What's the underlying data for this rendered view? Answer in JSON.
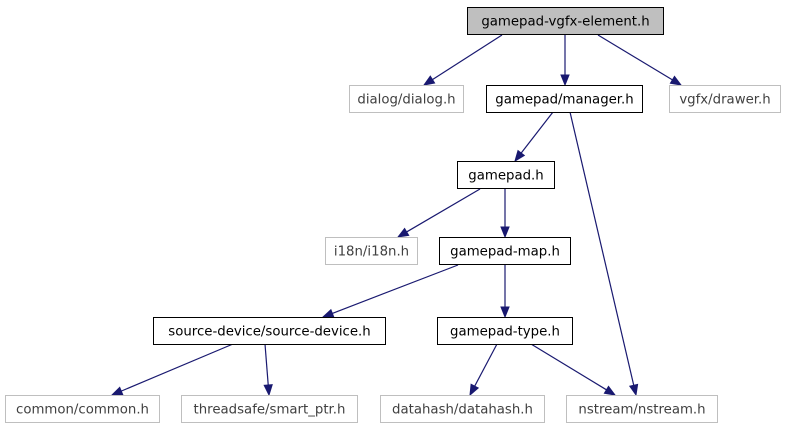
{
  "colors": {
    "edge": "#191970",
    "root_fill": "#bfbfbf",
    "internal_stroke": "#000000",
    "external_stroke": "#bfbfbf",
    "internal_text": "#000000",
    "external_text": "#404040"
  },
  "nodes": [
    {
      "id": "root",
      "label": "gamepad-vgfx-element.h",
      "kind": "root"
    },
    {
      "id": "dialog",
      "label": "dialog/dialog.h",
      "kind": "external"
    },
    {
      "id": "manager",
      "label": "gamepad/manager.h",
      "kind": "internal"
    },
    {
      "id": "drawer",
      "label": "vgfx/drawer.h",
      "kind": "external"
    },
    {
      "id": "gamepad",
      "label": "gamepad.h",
      "kind": "internal"
    },
    {
      "id": "i18n",
      "label": "i18n/i18n.h",
      "kind": "external"
    },
    {
      "id": "gamepadmap",
      "label": "gamepad-map.h",
      "kind": "internal"
    },
    {
      "id": "sourcedevice",
      "label": "source-device/source-device.h",
      "kind": "internal"
    },
    {
      "id": "gamepadtype",
      "label": "gamepad-type.h",
      "kind": "internal"
    },
    {
      "id": "common",
      "label": "common/common.h",
      "kind": "external"
    },
    {
      "id": "smartptr",
      "label": "threadsafe/smart_ptr.h",
      "kind": "external"
    },
    {
      "id": "datahash",
      "label": "datahash/datahash.h",
      "kind": "external"
    },
    {
      "id": "nstream",
      "label": "nstream/nstream.h",
      "kind": "external"
    }
  ],
  "edges": [
    {
      "from": "root",
      "to": "dialog"
    },
    {
      "from": "root",
      "to": "manager"
    },
    {
      "from": "root",
      "to": "drawer"
    },
    {
      "from": "manager",
      "to": "gamepad"
    },
    {
      "from": "manager",
      "to": "nstream"
    },
    {
      "from": "gamepad",
      "to": "i18n"
    },
    {
      "from": "gamepad",
      "to": "gamepadmap"
    },
    {
      "from": "gamepadmap",
      "to": "sourcedevice"
    },
    {
      "from": "gamepadmap",
      "to": "gamepadtype"
    },
    {
      "from": "sourcedevice",
      "to": "common"
    },
    {
      "from": "sourcedevice",
      "to": "smartptr"
    },
    {
      "from": "gamepadtype",
      "to": "datahash"
    },
    {
      "from": "gamepadtype",
      "to": "nstream"
    }
  ]
}
